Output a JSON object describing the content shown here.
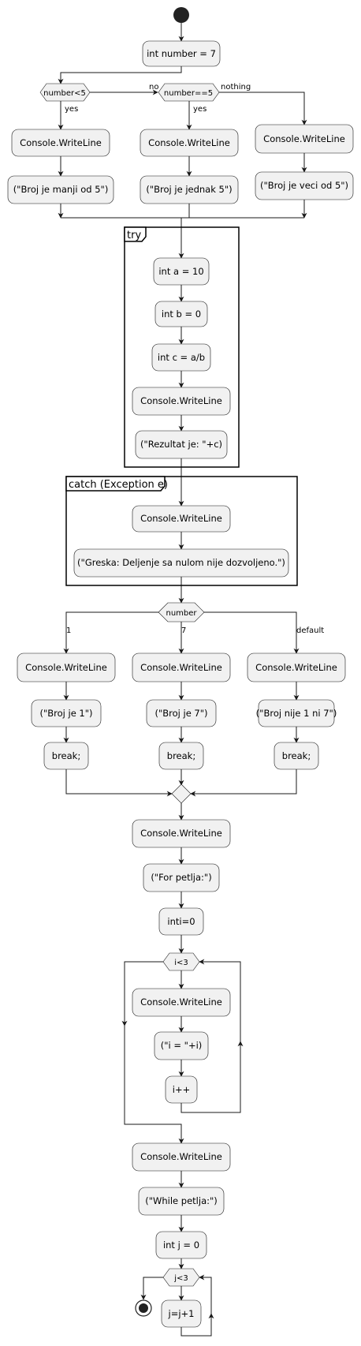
{
  "diagram": {
    "activities": {
      "number_decl": "int number = 7",
      "lt5_call": "Console.WriteLine",
      "lt5_arg": "(\"Broj je manji od 5\")",
      "eq5_call": "Console.WriteLine",
      "eq5_arg": "(\"Broj je jednak 5\")",
      "gt5_call": "Console.WriteLine",
      "gt5_arg": "(\"Broj je veci od 5\")",
      "a_decl": "int a = 10",
      "b_decl": "int b = 0",
      "c_decl": "int c = a/b",
      "try_call": "Console.WriteLine",
      "try_arg": "(\"Rezultat je: \"+c)",
      "catch_call": "Console.WriteLine",
      "catch_arg": "(\"Greska: Deljenje sa nulom nije dozvoljeno.\")",
      "case1_call": "Console.WriteLine",
      "case1_arg": "(\"Broj je 1\")",
      "case1_break": "break;",
      "case7_call": "Console.WriteLine",
      "case7_arg": "(\"Broj je 7\")",
      "case7_break": "break;",
      "default_call": "Console.WriteLine",
      "default_arg": "(\"Broj nije 1 ni 7\")",
      "default_break": "break;",
      "for_call": "Console.WriteLine",
      "for_arg": "(\"For petlja:\")",
      "i_decl": "inti=0",
      "loop_call": "Console.WriteLine",
      "loop_arg": "(\"i = \"+i)",
      "i_inc": "i++",
      "while_call": "Console.WriteLine",
      "while_arg": "(\"While petlja:\")",
      "j_decl": "int j = 0",
      "j_inc": "j=j+1"
    },
    "decisions": {
      "lt5": "number<5",
      "eq5": "number==5",
      "switch": "number",
      "for_cond": "i<3",
      "while_cond": "j<3"
    },
    "labels": {
      "lt5_yes": "yes",
      "lt5_no": "no",
      "eq5_yes": "yes",
      "eq5_no": "nothing",
      "case1": "1",
      "case7": "7",
      "case_default": "default"
    },
    "partitions": {
      "try": "try",
      "catch": "catch (Exception e)"
    }
  }
}
